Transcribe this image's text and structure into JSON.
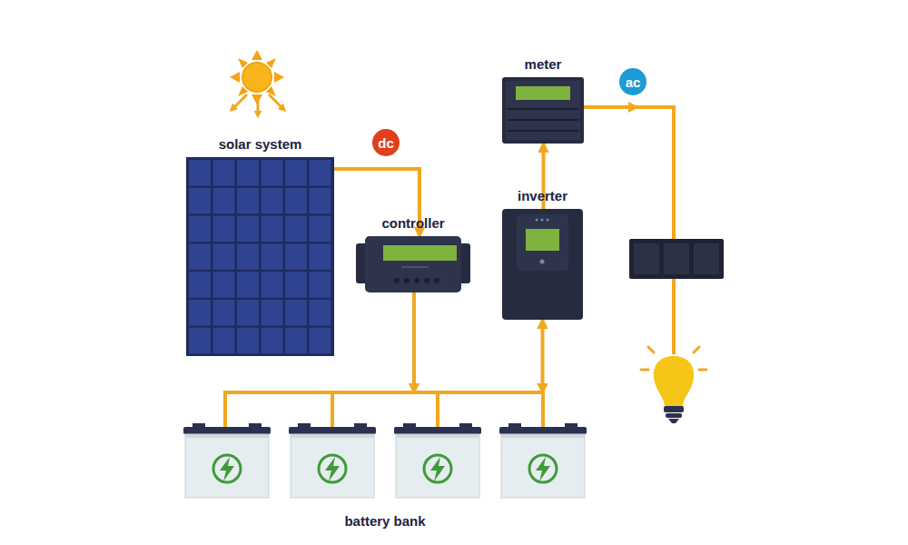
{
  "diagram": {
    "nodes": [
      {
        "text": [
          "solar system"
        ]
      },
      {
        "text": [
          "controller"
        ]
      },
      {
        "text": [
          "meter"
        ]
      },
      {
        "text": [
          "inverter"
        ]
      },
      {
        "text": [
          "battery bank"
        ]
      }
    ],
    "edges": [
      {
        "from": 0,
        "to": 1,
        "label": "dc",
        "arrow": "to"
      },
      {
        "from": 1,
        "to": 4,
        "arrow": "to"
      },
      {
        "from": 4,
        "to": 3,
        "arrow": "both"
      },
      {
        "from": 3,
        "to": 2,
        "arrow": "to"
      }
    ],
    "labels": [
      "ac"
    ]
  }
}
